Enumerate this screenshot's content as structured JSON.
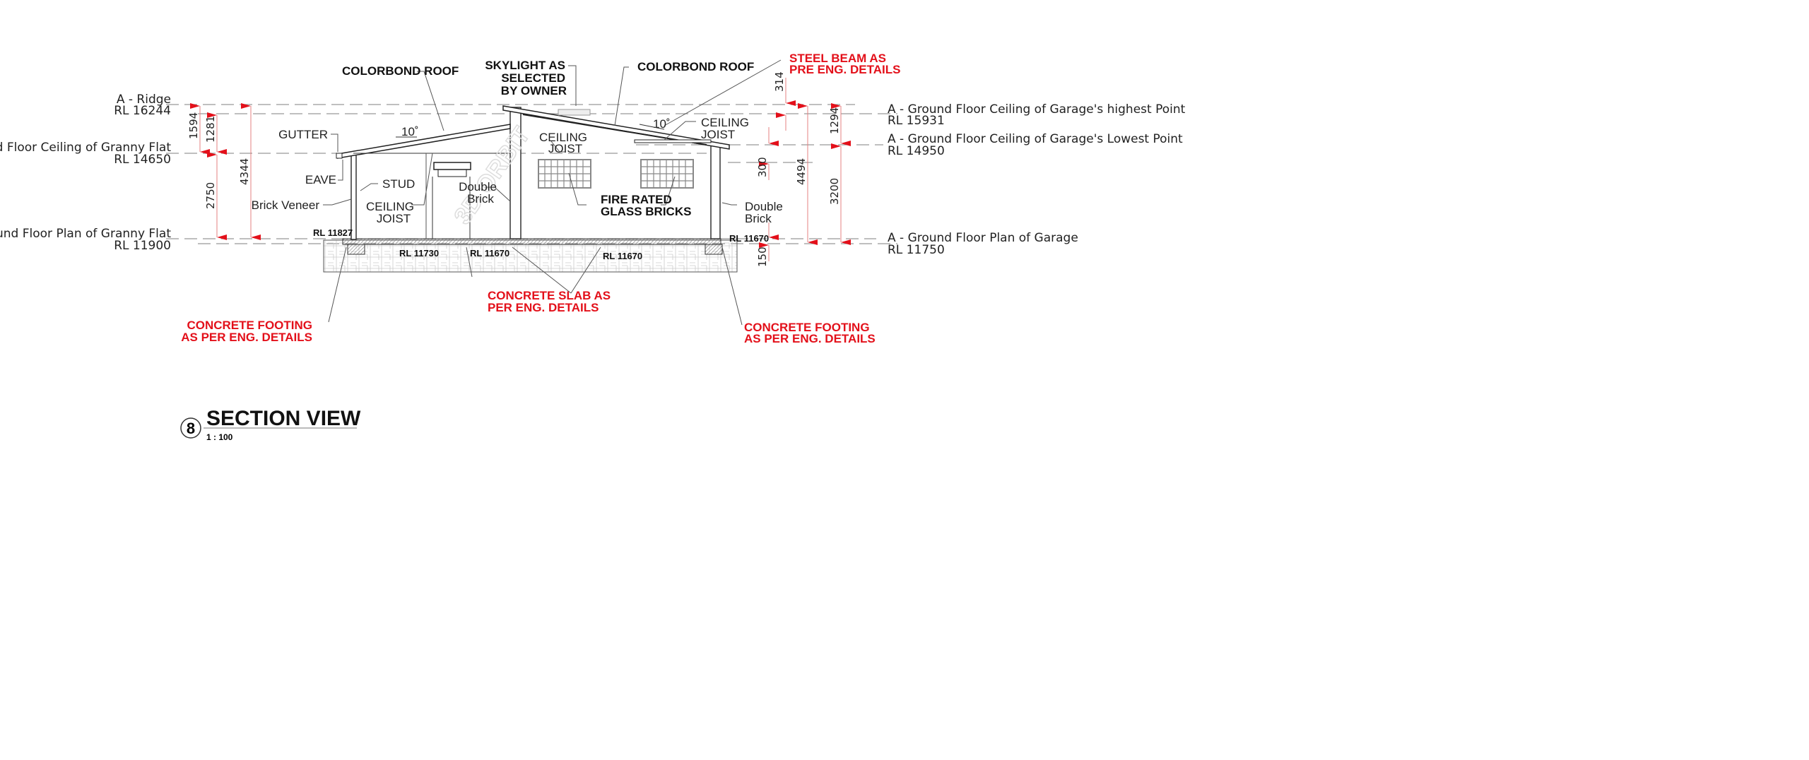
{
  "levels_left": [
    {
      "name": "A - Ridge",
      "rl": "RL 16244"
    },
    {
      "name": "A - Ground Floor Ceiling of Granny Flat",
      "rl": "RL 14650"
    },
    {
      "name": "A - Ground Floor Plan of Granny Flat",
      "rl": "RL 11900"
    }
  ],
  "levels_right": [
    {
      "name": "A - Ground Floor Ceiling of Garage's highest Point",
      "rl": "RL 15931"
    },
    {
      "name": "A - Ground Floor Ceiling of Garage's Lowest Point",
      "rl": "RL 14950"
    },
    {
      "name": "A - Ground Floor Plan of Garage",
      "rl": "RL 11750"
    }
  ],
  "dimensions": {
    "d1594": "1594",
    "d1281": "1281",
    "d2750": "2750",
    "d4344": "4344",
    "d314": "314",
    "d1294": "1294",
    "d4494": "4494",
    "d3200": "3200",
    "d300": "300",
    "d150": "150"
  },
  "notes": {
    "colorbond_left": "COLORBOND ROOF",
    "skylight": [
      "SKYLIGHT AS",
      "SELECTED",
      "BY OWNER"
    ],
    "colorbond_right": "COLORBOND ROOF",
    "gutter": "GUTTER",
    "eave": "EAVE",
    "stud": "STUD",
    "brick_veneer": "Brick Veneer",
    "ceiling_joist_1": [
      "CEILING",
      "JOIST"
    ],
    "ceiling_joist_2": [
      "CEILING",
      "JOIST"
    ],
    "ceiling_joist_3": [
      "CEILING",
      "JOIST"
    ],
    "double_brick_1": [
      "Double",
      "Brick"
    ],
    "double_brick_2": [
      "Double",
      "Brick"
    ],
    "glass_bricks": [
      "FIRE RATED",
      "GLASS BRICKS"
    ],
    "pitch_1": "10˚",
    "pitch_2": "10˚"
  },
  "red_notes": {
    "steel_beam": [
      "STEEL BEAM AS",
      "PRE ENG. DETAILS"
    ],
    "slab": [
      "CONCRETE SLAB AS",
      "PER ENG. DETAILS"
    ],
    "footing_left": [
      "CONCRETE FOOTING",
      "AS PER ENG. DETAILS"
    ],
    "footing_right": [
      "CONCRETE FOOTING",
      "AS PER ENG. DETAILS"
    ]
  },
  "spot_levels": {
    "rl1": "RL 11827",
    "rl2": "RL 11730",
    "rl3": "RL 11670",
    "rl4": "RL 11670",
    "rl5": "RL 11670"
  },
  "title": {
    "number": "8",
    "label": "SECTION VIEW",
    "scale": "1 : 100"
  },
  "watermark": "3D ORBIT",
  "colors": {
    "red": "#e3101a"
  }
}
